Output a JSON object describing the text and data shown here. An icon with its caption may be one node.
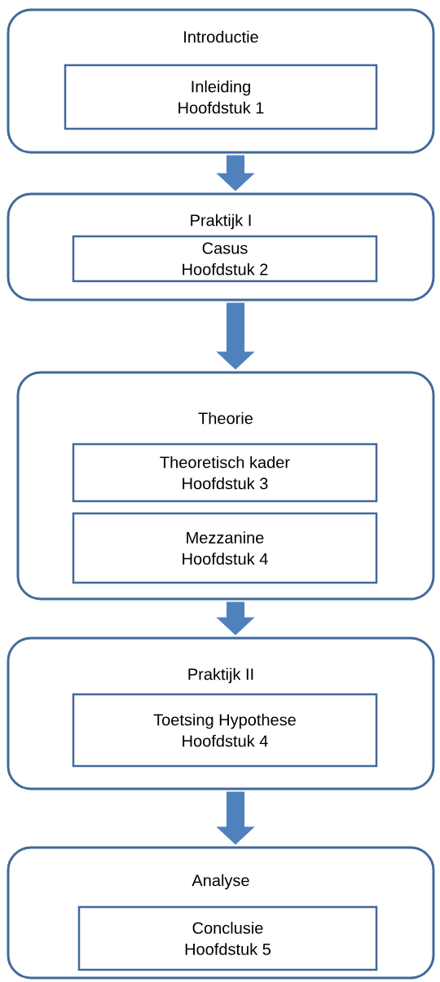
{
  "diagram": {
    "nodes": [
      {
        "text": [
          "Introductie"
        ]
      },
      {
        "text": [
          "Inleiding",
          "Hoofdstuk 1"
        ],
        "in": 0
      },
      {
        "text": [
          "Praktijk I"
        ]
      },
      {
        "text": [
          "Casus",
          "Hoofdstuk 2"
        ],
        "in": 2
      },
      {
        "text": [
          "Theorie"
        ]
      },
      {
        "text": [
          "Theoretisch kader",
          "Hoofdstuk 3"
        ],
        "in": 4
      },
      {
        "text": [
          "Mezzanine",
          "Hoofdstuk 4"
        ],
        "in": 4
      },
      {
        "text": [
          "Praktijk II"
        ]
      },
      {
        "text": [
          "Toetsing Hypothese",
          "Hoofdstuk 4"
        ],
        "in": 7
      },
      {
        "text": [
          "Analyse"
        ]
      },
      {
        "text": [
          "Conclusie",
          "Hoofdstuk 5"
        ],
        "in": 9
      }
    ],
    "edges": [
      {
        "from": 0,
        "to": 2,
        "arrow": "to"
      },
      {
        "from": 2,
        "to": 4,
        "arrow": "to"
      },
      {
        "from": 4,
        "to": 7,
        "arrow": "to"
      },
      {
        "from": 7,
        "to": 9,
        "arrow": "to"
      }
    ]
  }
}
